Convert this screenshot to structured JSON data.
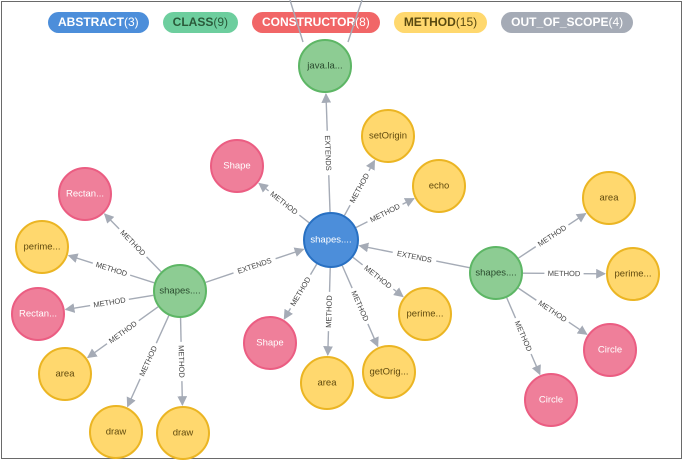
{
  "legend": [
    {
      "label": "ABSTRACT",
      "count": "(3)",
      "color": "#4c8eda",
      "text_color": "#ffffff"
    },
    {
      "label": "CLASS",
      "count": "(9)",
      "color": "#6dce9e",
      "text_color": "#2a5a3a"
    },
    {
      "label": "CONSTRUCTOR",
      "count": "(8)",
      "color": "#f16667",
      "text_color": "#ffffff"
    },
    {
      "label": "METHOD",
      "count": "(15)",
      "color": "#ffd86e",
      "text_color": "#5a4a10"
    },
    {
      "label": "OUT_OF_SCOPE",
      "count": "(4)",
      "color": "#a5abb6",
      "text_color": "#ffffff"
    }
  ],
  "node_styles": {
    "abstract": {
      "fill": "#4c8eda",
      "stroke": "#2870c2",
      "text": "#ffffff"
    },
    "class": {
      "fill": "#8dcc93",
      "stroke": "#5db665",
      "text": "#2a4a2e"
    },
    "constructor": {
      "fill": "#ef7f9a",
      "stroke": "#eb5d82",
      "text": "#ffffff"
    },
    "method": {
      "fill": "#ffd86e",
      "stroke": "#ebb523",
      "text": "#604a0e"
    }
  },
  "nodes": [
    {
      "id": "javalang",
      "label": "java.la...",
      "type": "class"
    },
    {
      "id": "center",
      "label": "shapes....",
      "type": "abstract"
    },
    {
      "id": "shape_top",
      "label": "Shape",
      "type": "constructor"
    },
    {
      "id": "setOrigin",
      "label": "setOrigin",
      "type": "method"
    },
    {
      "id": "echo",
      "label": "echo",
      "type": "method"
    },
    {
      "id": "left",
      "label": "shapes....",
      "type": "class"
    },
    {
      "id": "right",
      "label": "shapes....",
      "type": "class"
    },
    {
      "id": "shape_bot",
      "label": "Shape",
      "type": "constructor"
    },
    {
      "id": "area_bot",
      "label": "area",
      "type": "method"
    },
    {
      "id": "getOrig",
      "label": "getOrig...",
      "type": "method"
    },
    {
      "id": "perim_c",
      "label": "perime...",
      "type": "method"
    },
    {
      "id": "rect1",
      "label": "Rectan...",
      "type": "constructor"
    },
    {
      "id": "perim_l",
      "label": "perime...",
      "type": "method"
    },
    {
      "id": "rect2",
      "label": "Rectan...",
      "type": "constructor"
    },
    {
      "id": "area_l",
      "label": "area",
      "type": "method"
    },
    {
      "id": "draw1",
      "label": "draw",
      "type": "method"
    },
    {
      "id": "draw2",
      "label": "draw",
      "type": "method"
    },
    {
      "id": "area_r",
      "label": "area",
      "type": "method"
    },
    {
      "id": "perim_r",
      "label": "perime...",
      "type": "method"
    },
    {
      "id": "circle1",
      "label": "Circle",
      "type": "constructor"
    },
    {
      "id": "circle2",
      "label": "Circle",
      "type": "constructor"
    }
  ],
  "edges": [
    {
      "from": "center",
      "to": "javalang",
      "label": "EXTENDS"
    },
    {
      "from": "center",
      "to": "shape_top",
      "label": "METHOD"
    },
    {
      "from": "center",
      "to": "setOrigin",
      "label": "METHOD"
    },
    {
      "from": "center",
      "to": "echo",
      "label": "METHOD"
    },
    {
      "from": "left",
      "to": "center",
      "label": "EXTENDS"
    },
    {
      "from": "right",
      "to": "center",
      "label": "EXTENDS"
    },
    {
      "from": "center",
      "to": "shape_bot",
      "label": "METHOD"
    },
    {
      "from": "center",
      "to": "area_bot",
      "label": "METHOD"
    },
    {
      "from": "center",
      "to": "getOrig",
      "label": "METHOD"
    },
    {
      "from": "center",
      "to": "perim_c",
      "label": "METHOD"
    },
    {
      "from": "left",
      "to": "rect1",
      "label": "METHOD"
    },
    {
      "from": "left",
      "to": "perim_l",
      "label": "METHOD"
    },
    {
      "from": "left",
      "to": "rect2",
      "label": "METHOD"
    },
    {
      "from": "left",
      "to": "area_l",
      "label": "METHOD"
    },
    {
      "from": "left",
      "to": "draw1",
      "label": "METHOD"
    },
    {
      "from": "left",
      "to": "draw2",
      "label": "METHOD"
    },
    {
      "from": "right",
      "to": "area_r",
      "label": "METHOD"
    },
    {
      "from": "right",
      "to": "perim_r",
      "label": "METHOD"
    },
    {
      "from": "right",
      "to": "circle1",
      "label": "METHOD"
    },
    {
      "from": "right",
      "to": "circle2",
      "label": "METHOD"
    }
  ]
}
